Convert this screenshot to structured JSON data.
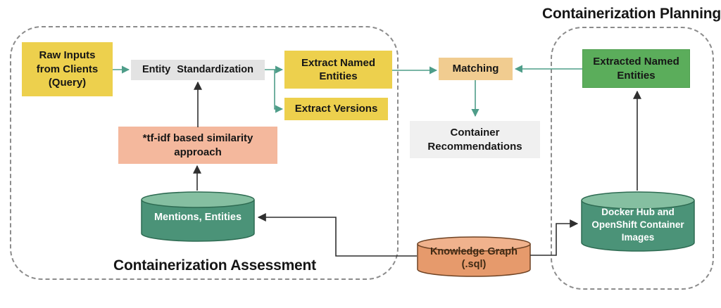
{
  "titles": {
    "planning": "Containerization Planning",
    "assessment": "Containerization Assessment"
  },
  "nodes": {
    "raw_inputs": "Raw Inputs\nfrom Clients\n(Query)",
    "entity_standardization": "Entity Standardization",
    "extract_named_entities": "Extract Named\nEntities",
    "extract_versions": "Extract Versions",
    "tfidf": "*tf-idf based similarity\napproach",
    "matching": "Matching",
    "container_recommendations": "Container\nRecommendations",
    "extracted_named_entities": "Extracted Named\nEntities"
  },
  "datastores": {
    "mentions_entities": "Mentions, Entities",
    "knowledge_graph": "Knowledge Graph\n(.sql)",
    "docker_hub": "Docker Hub and\nOpenShift Container\nImages"
  },
  "colors": {
    "yellow": "#edd04d",
    "gray_box": "#e3e3e3",
    "light_gray_box": "#f0f0f0",
    "salmon": "#f4b89d",
    "tan": "#f1cc90",
    "green_box": "#5bad5b",
    "green_box_border": "#4e9e4e",
    "cyl_green_body": "#4b9378",
    "cyl_green_top": "#85bfa1",
    "cyl_green_stroke": "#2e6b52",
    "cyl_orange_body": "#e69a6c",
    "cyl_orange_top": "#f0b28d",
    "cyl_orange_stroke": "#6e4223",
    "teal": "#4e9d89",
    "black_line": "#2f2f2f",
    "dash": "#8c8c8c",
    "text_dark": "#1a1a1a",
    "kg_text": "#3f2a15"
  }
}
